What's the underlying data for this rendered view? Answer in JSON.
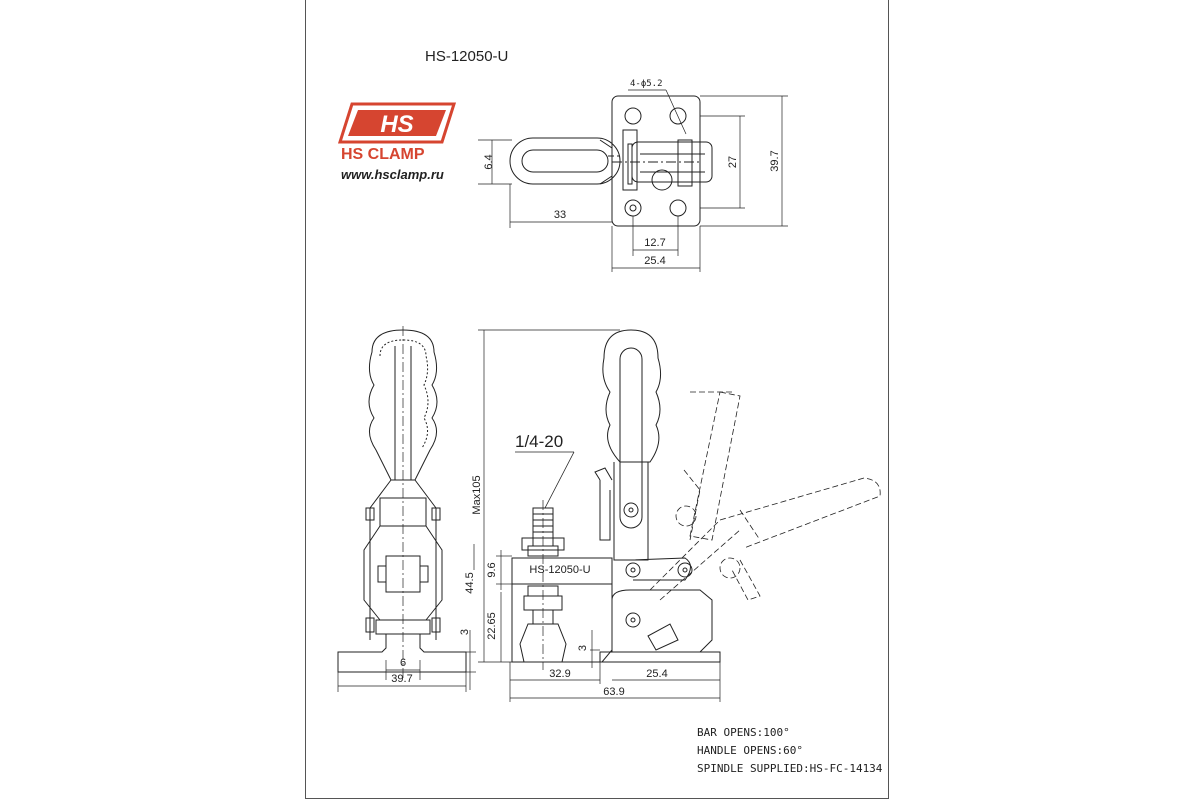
{
  "title": "HS-12050-U",
  "logo": {
    "badge_text": "HS",
    "name": "HS CLAMP",
    "url": "www.hsclamp.ru",
    "brand_color": "#d64530"
  },
  "top_view": {
    "hole_callout": "4-ϕ5.2",
    "dims": {
      "d_6_4": "6.4",
      "d_33": "33",
      "d_12_7": "12.7",
      "d_25_4": "25.4",
      "d_27": "27",
      "d_39_7": "39.7"
    }
  },
  "end_view": {
    "dims": {
      "d_6": "6",
      "d_3": "3",
      "d_39_7": "39.7"
    }
  },
  "side_view": {
    "thread": "1/4-20",
    "body_label": "HS-12050-U",
    "dims": {
      "max105": "Max105",
      "d_44_5": "44.5",
      "d_9_6": "9.6",
      "d_22_65": "22.65",
      "d_3": "3",
      "d_32_9": "32.9",
      "d_25_4": "25.4",
      "d_63_9": "63.9"
    }
  },
  "notes": [
    "BAR OPENS:100°",
    "HANDLE OPENS:60°",
    "SPINDLE SUPPLIED:HS-FC-14134"
  ]
}
